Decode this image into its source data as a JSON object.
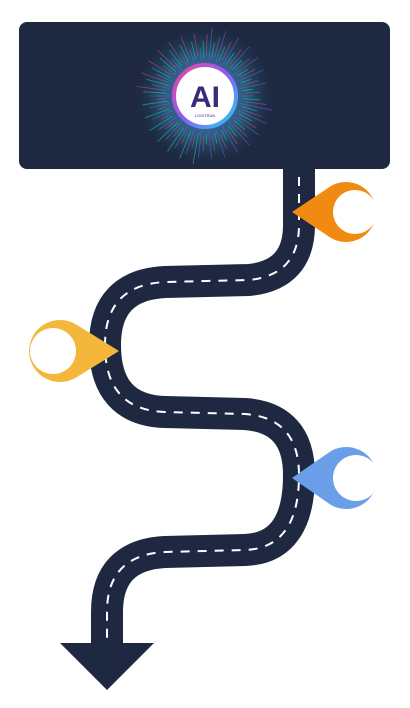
{
  "banner": {
    "logo_text": "AI",
    "logo_caption": "LOGITRUN",
    "background_color": "#1e2841",
    "glow_colors": [
      "#8a5cf6",
      "#2dd4bf",
      "#ec4899"
    ]
  },
  "road": {
    "road_color": "#1e2841",
    "lane_marking_color": "#ffffff",
    "end_marker": "arrow-down"
  },
  "pins": [
    {
      "id": "pin-1",
      "color": "#f08a12",
      "side": "right",
      "label": ""
    },
    {
      "id": "pin-2",
      "color": "#f5b73a",
      "side": "left",
      "label": ""
    },
    {
      "id": "pin-3",
      "color": "#6a9ee8",
      "side": "right",
      "label": ""
    }
  ]
}
